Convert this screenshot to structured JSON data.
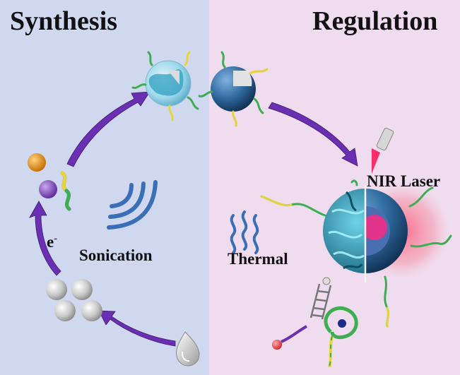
{
  "panels": {
    "left_title": "Synthesis",
    "right_title": "Regulation",
    "left_bg": "#cfd8ee",
    "right_bg": "#efdcee"
  },
  "labels": {
    "sonication": "Sonication",
    "thermal": "Thermal",
    "nir_laser": "NIR Laser",
    "electron": "e",
    "electron_sup": "-"
  },
  "colors": {
    "arrow": "#6a2fb3",
    "shell": "#4dbbd6",
    "core": "#2f6a9e",
    "laser_glow": "#e24c6b",
    "wave": "#3a6fb8"
  }
}
